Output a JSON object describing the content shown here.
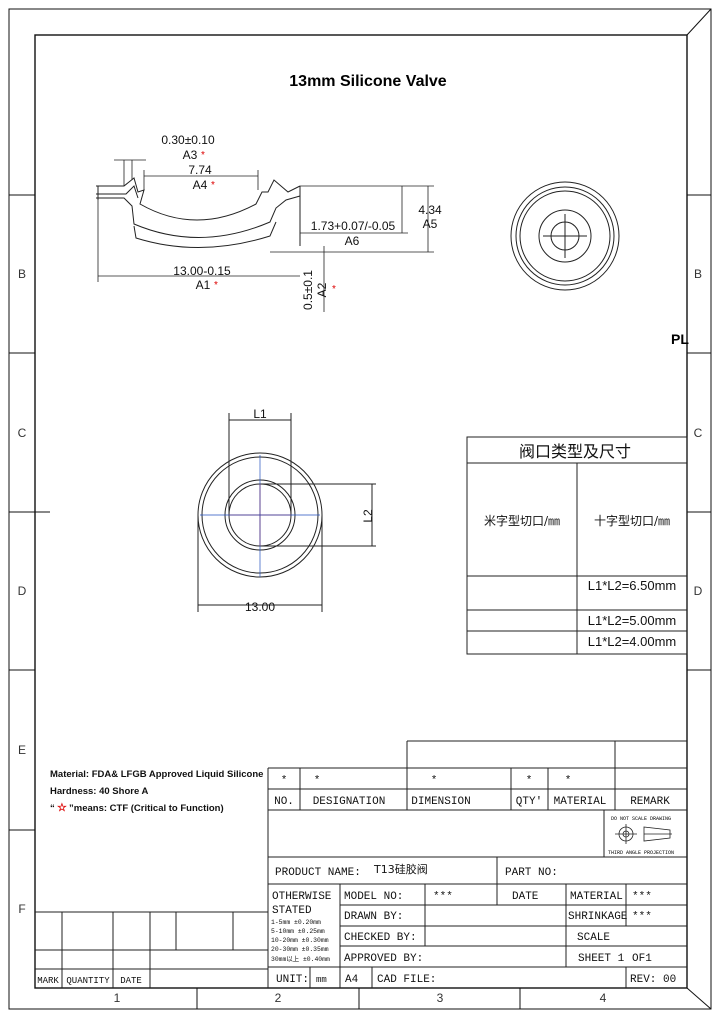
{
  "title": "13mm Silicone Valve",
  "dims": {
    "a3_tol": "0.30±0.10",
    "a3": "A3",
    "a4_val": "7.74",
    "a4": "A4",
    "a5_val": "4.34",
    "a5": "A5",
    "a6_val": "1.73+0.07/-0.05",
    "a6": "A6",
    "a1_val": "13.00-0.15",
    "a1": "A1",
    "a2_val": "0.5±0.1",
    "a2": "A2",
    "star": "*",
    "l1": "L1",
    "l2": "L2",
    "dia": "13.00",
    "pl": "PL"
  },
  "zones": {
    "b": "B",
    "c": "C",
    "d": "D",
    "e": "E",
    "f": "F"
  },
  "cols": [
    "1",
    "2",
    "3",
    "4"
  ],
  "cut_table": {
    "title": "阀口类型及尺寸",
    "type1": "米字型切口/㎜",
    "type2": "十字型切口/㎜",
    "rows": [
      "L1*L2=6.50mm",
      "L1*L2=5.00mm",
      "L1*L2=4.00mm"
    ]
  },
  "notes": {
    "material": "Material: FDA& LFGB Approved Liquid Silicone",
    "hardness": "Hardness: 40 Shore A",
    "ctf_open": "“",
    "ctf_star": "☆",
    "ctf_rest": "”means: CTF (Critical to Function)"
  },
  "bom": {
    "star": "*",
    "no": "NO.",
    "designation": "DESIGNATION",
    "dimension": "DIMENSION",
    "qty": "QTY'",
    "material": "MATERIAL",
    "remark": "REMARK"
  },
  "projection": {
    "top": "DO NOT SCALE DRAWING",
    "bottom": "THIRD ANGLE PROJECTION"
  },
  "title_block": {
    "product_label": "PRODUCT NAME:",
    "product_value": "T13硅胶阀",
    "part_label": "PART NO:",
    "otherwise": "OTHERWISE",
    "stated": "STATED",
    "tol": [
      "1-5mm    ±0.20mm",
      "5-10mm   ±0.25mm",
      "10-20mm  ±0.30mm",
      "20-30mm  ±0.35mm",
      "30mm以上 ±0.40mm"
    ],
    "model_label": "MODEL NO:",
    "model_value": "***",
    "date": "DATE",
    "mat_label": "MATERIAL",
    "mat_value": "***",
    "drawn": "DRAWN BY:",
    "shrink_label": "SHRINKAGE",
    "shrink_value": "***",
    "checked": "CHECKED BY:",
    "scale": "SCALE",
    "approved": "APPROVED BY:",
    "sheet": "SHEET 1",
    "of": "OF1",
    "unit_label": "UNIT:",
    "unit_value": "mm",
    "size": "A4",
    "cad": "CAD FILE:",
    "rev": "REV: 00"
  },
  "rev_block": {
    "mark": "MARK",
    "quantity": "QUANTITY",
    "date": "DATE"
  }
}
